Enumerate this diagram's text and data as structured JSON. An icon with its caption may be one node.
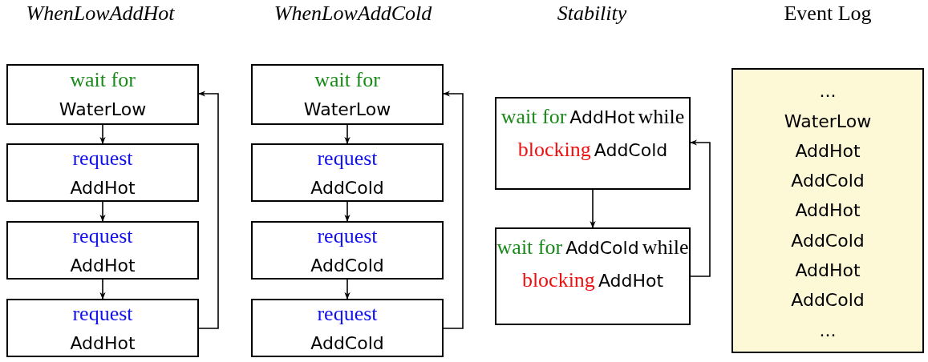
{
  "diagram": {
    "nodes": [
      {
        "text": [
          "wait for",
          "WaterLow"
        ]
      },
      {
        "text": [
          "request",
          "AddHot"
        ]
      },
      {
        "text": [
          "request",
          "AddHot"
        ]
      },
      {
        "text": [
          "request",
          "AddHot"
        ]
      },
      {
        "text": [
          "wait for",
          "WaterLow"
        ]
      },
      {
        "text": [
          "request",
          "AddCold"
        ]
      },
      {
        "text": [
          "request",
          "AddCold"
        ]
      },
      {
        "text": [
          "request",
          "AddCold"
        ]
      },
      {
        "text": [
          "wait for",
          "AddHot",
          "while",
          "blocking",
          "AddCold"
        ]
      },
      {
        "text": [
          "wait for",
          "AddCold",
          "while",
          "blocking",
          "AddHot"
        ]
      },
      {
        "text": [
          "...",
          "WaterLow",
          "AddHot",
          "AddCold",
          "AddHot",
          "AddCold",
          "AddHot",
          "AddCold",
          "..."
        ]
      }
    ],
    "edges": [
      {
        "from": 0,
        "to": 1,
        "arrow": "to"
      },
      {
        "from": 1,
        "to": 2,
        "arrow": "to"
      },
      {
        "from": 2,
        "to": 3,
        "arrow": "to"
      },
      {
        "from": 3,
        "to": 0,
        "arrow": "to"
      },
      {
        "from": 4,
        "to": 5,
        "arrow": "to"
      },
      {
        "from": 5,
        "to": 6,
        "arrow": "to"
      },
      {
        "from": 6,
        "to": 7,
        "arrow": "to"
      },
      {
        "from": 7,
        "to": 4,
        "arrow": "to"
      },
      {
        "from": 8,
        "to": 9,
        "arrow": "to"
      },
      {
        "from": 9,
        "to": 8,
        "arrow": "to"
      }
    ],
    "labels": [
      "WhenLowAddHot",
      "WhenLowAddCold",
      "Stability",
      "Event Log"
    ]
  }
}
